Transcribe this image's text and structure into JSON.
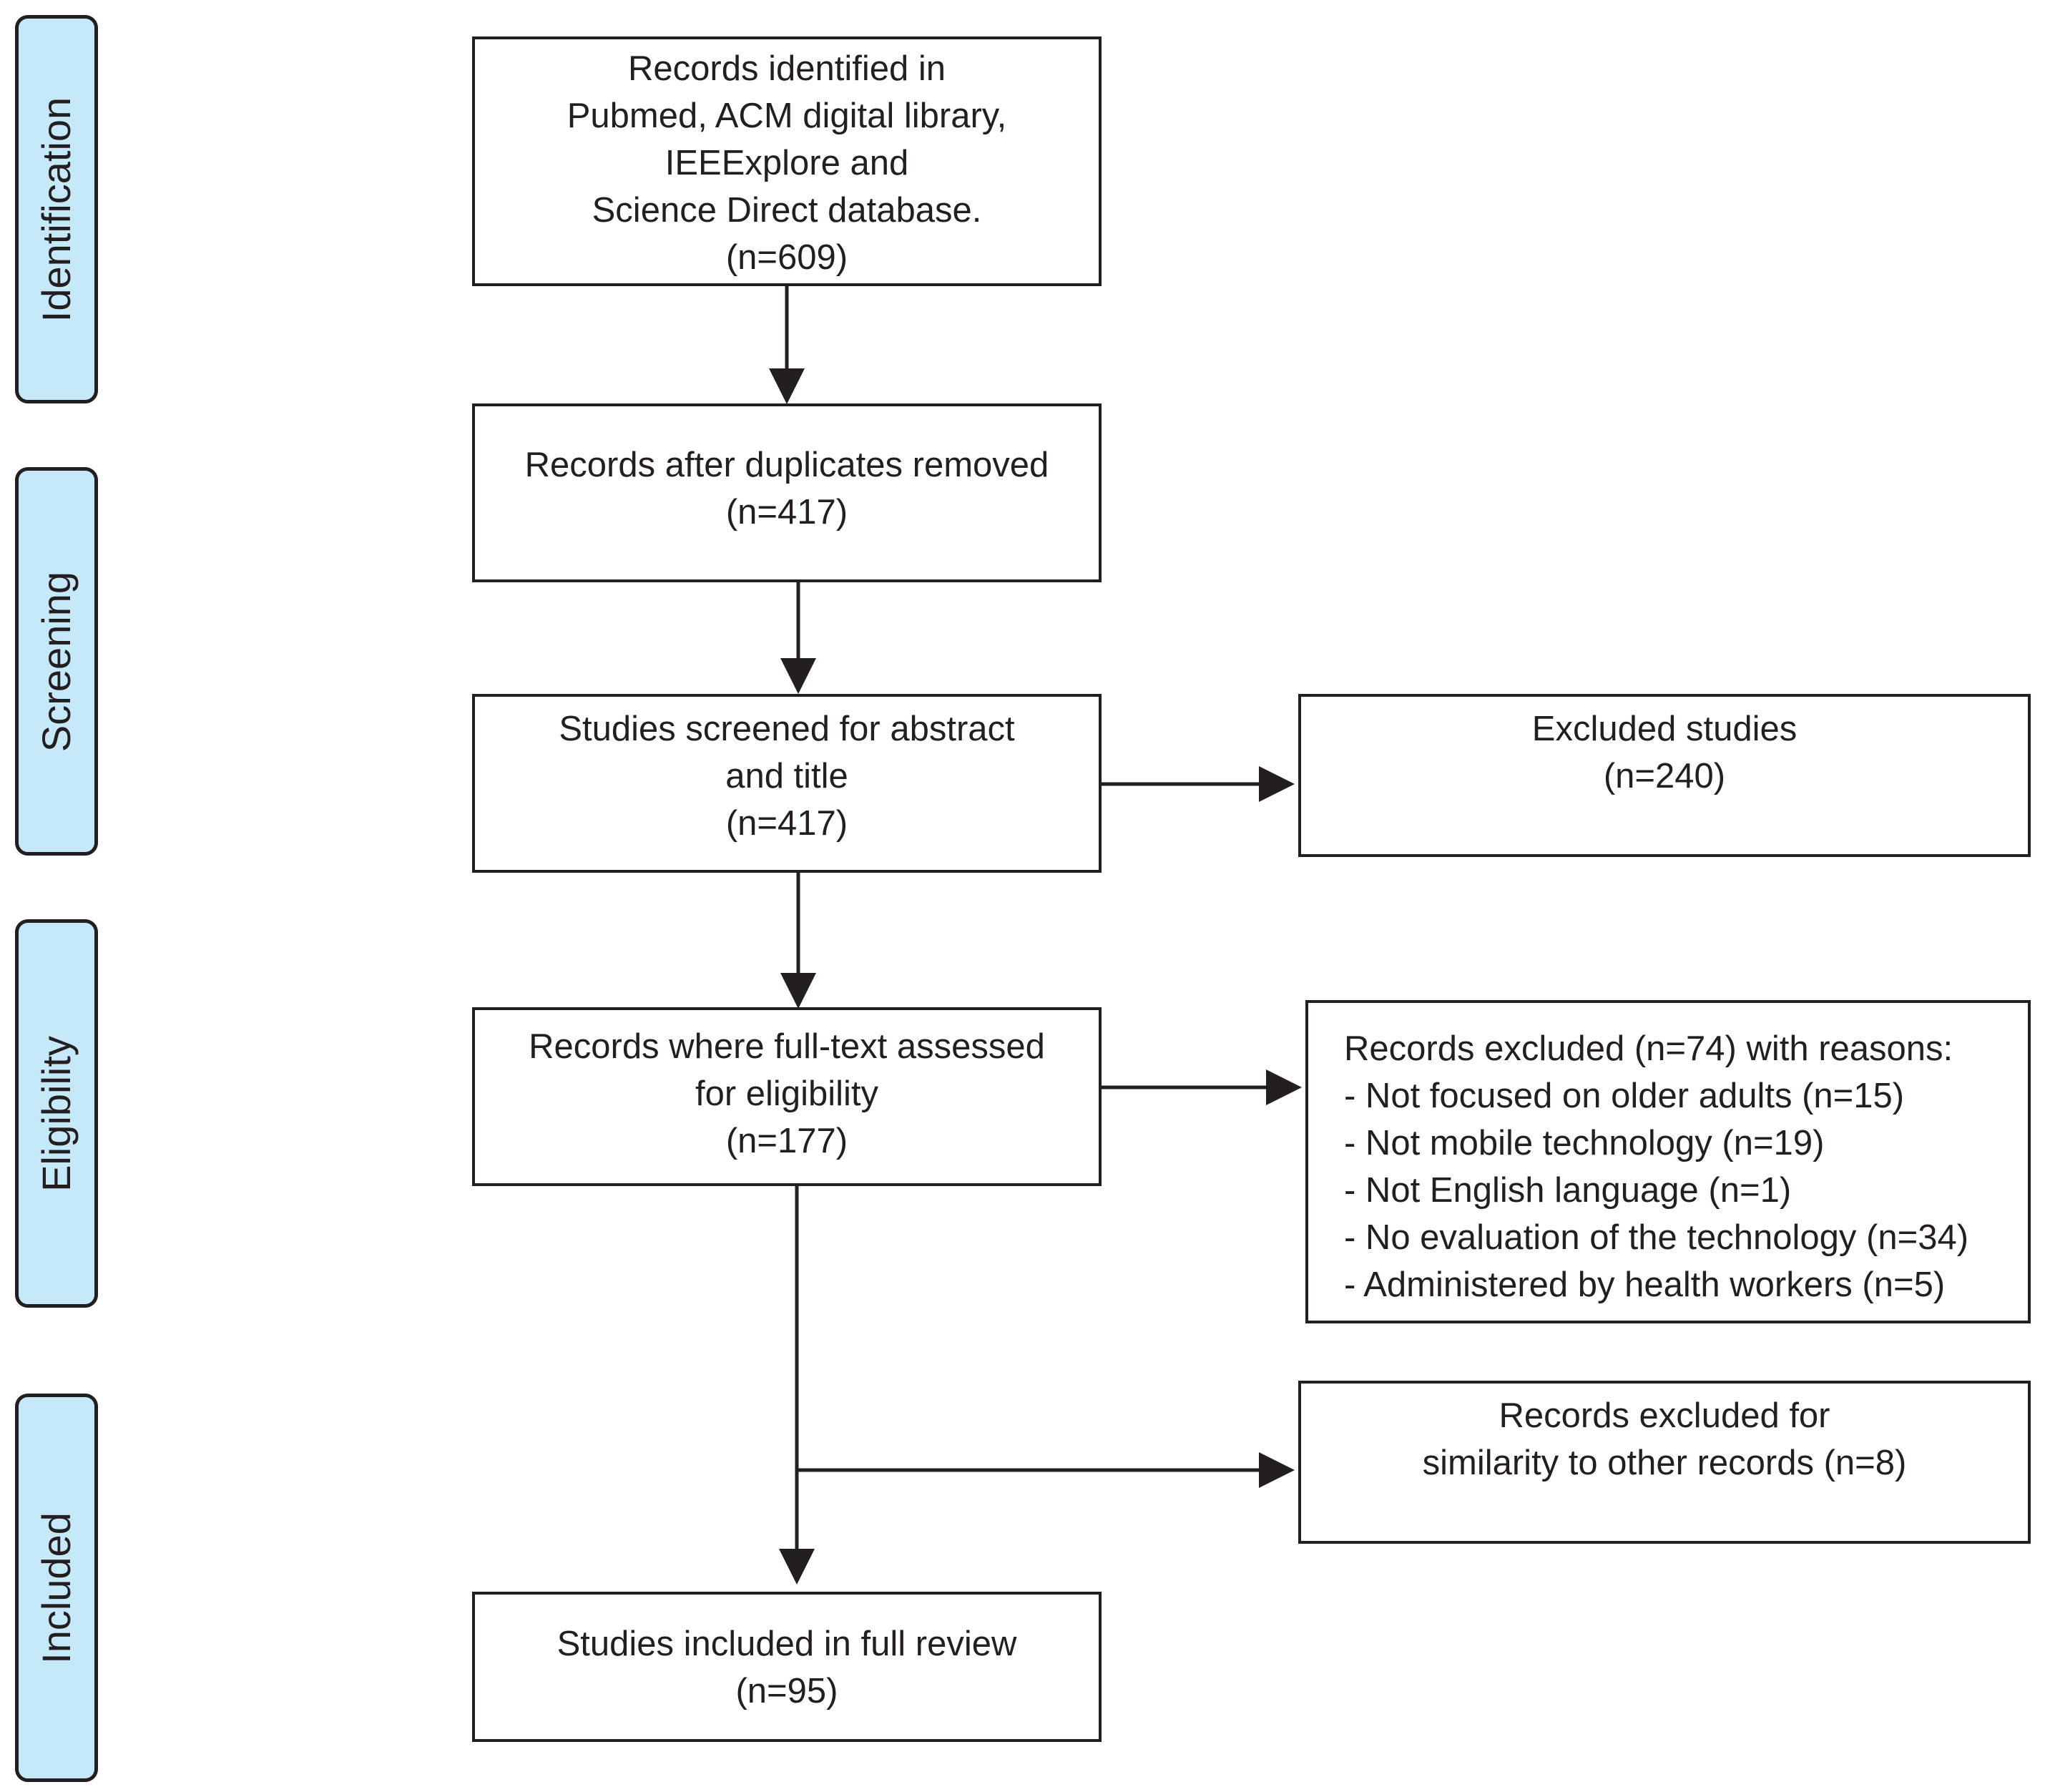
{
  "stages": [
    {
      "id": "identification",
      "label": "Identification"
    },
    {
      "id": "screening",
      "label": "Screening"
    },
    {
      "id": "eligibility",
      "label": "Eligibility"
    },
    {
      "id": "included",
      "label": "Included"
    }
  ],
  "boxes": {
    "identified": {
      "lines": [
        "Records identified in",
        "Pubmed, ACM digital library,",
        "IEEExplore and",
        "Science Direct database.",
        "(n=609)"
      ]
    },
    "after_duplicates": {
      "lines": [
        "Records after duplicates removed",
        "(n=417)"
      ]
    },
    "screened": {
      "lines": [
        "Studies screened for abstract",
        "and title",
        "(n=417)"
      ]
    },
    "excluded_studies": {
      "lines": [
        "Excluded studies",
        "(n=240)"
      ]
    },
    "full_text": {
      "lines": [
        "Records where full-text assessed",
        "for eligibility",
        "(n=177)"
      ]
    },
    "excluded_reasons": {
      "lines": [
        "Records excluded (n=74) with reasons:",
        "- Not focused on older adults (n=15)",
        "- Not mobile technology (n=19)",
        "- Not English language (n=1)",
        "- No evaluation of the technology (n=34)",
        "- Administered by health workers (n=5)"
      ]
    },
    "excluded_similarity": {
      "lines": [
        "Records excluded for",
        "similarity to other records (n=8)"
      ]
    },
    "included": {
      "lines": [
        "Studies included in full review",
        "(n=95)"
      ]
    }
  },
  "colors": {
    "stage_fill": "#c5e9f9",
    "stroke": "#231f20"
  }
}
